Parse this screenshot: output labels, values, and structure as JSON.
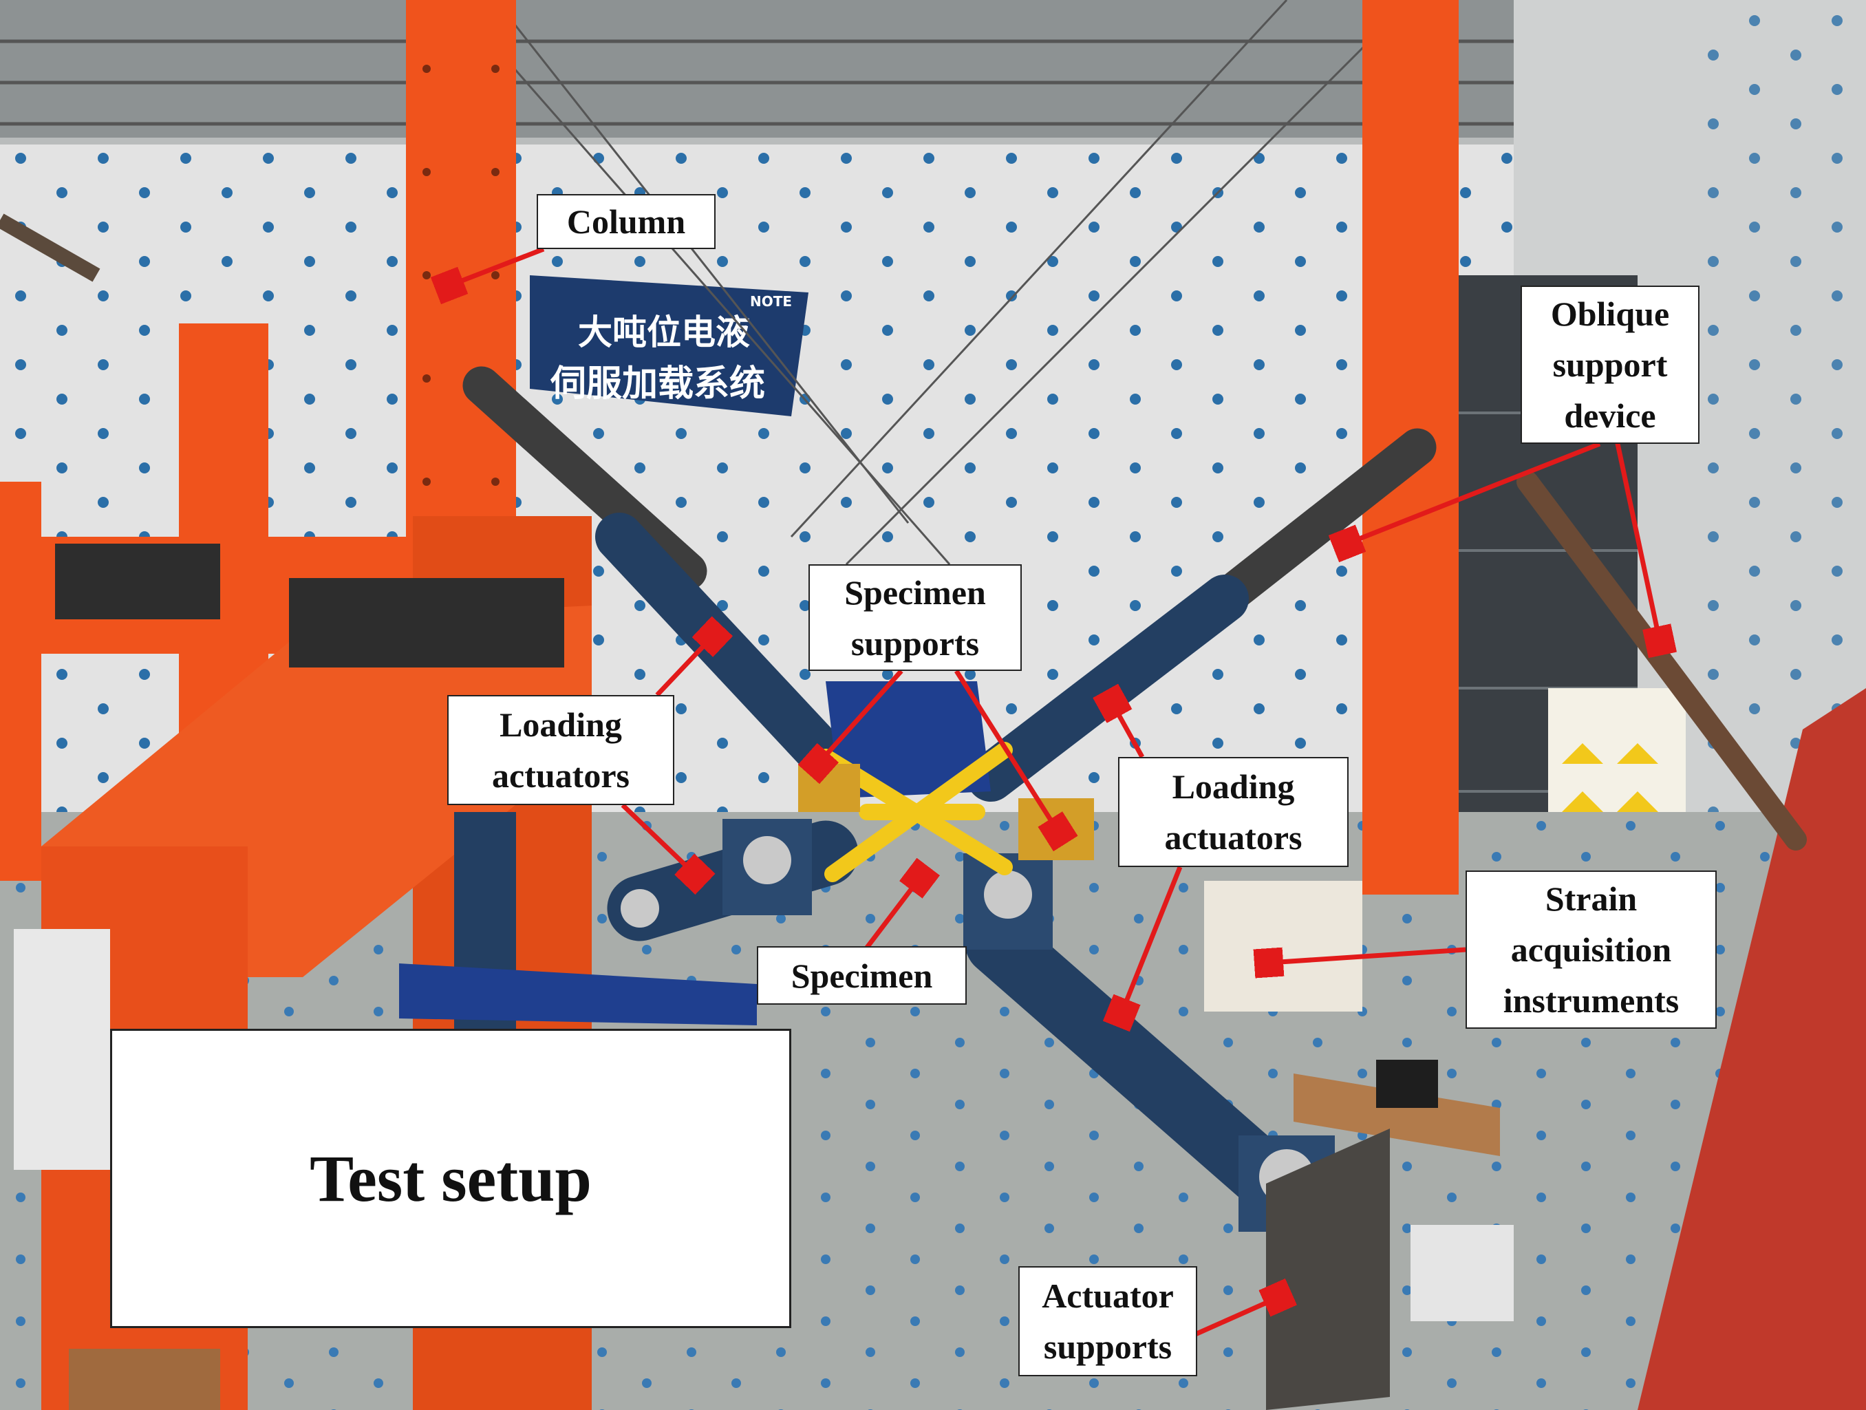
{
  "sign": {
    "line1": "大吨位电液",
    "line2": "伺服加载系统",
    "logo": "NOTE"
  },
  "labels": {
    "column": "Column",
    "oblique_support_device": "Oblique\nsupport\ndevice",
    "specimen_supports": "Specimen\nsupports",
    "loading_actuators_left": "Loading\nactuators",
    "loading_actuators_right": "Loading\nactuators",
    "specimen": "Specimen",
    "strain_acquisition_instruments": "Strain\nacquisition\ninstruments",
    "actuator_supports": "Actuator\nsupports",
    "test_setup": "Test setup"
  },
  "colors": {
    "frame_orange": "#f0531c",
    "actuator_blue": "#233f62",
    "specimen_yellow": "#f2c81b",
    "arrow_red": "#e21a1a",
    "wall_white": "#e3e3e3",
    "floor_grey": "#a9adaa",
    "wall_hole_blue": "#2b6fa8"
  }
}
